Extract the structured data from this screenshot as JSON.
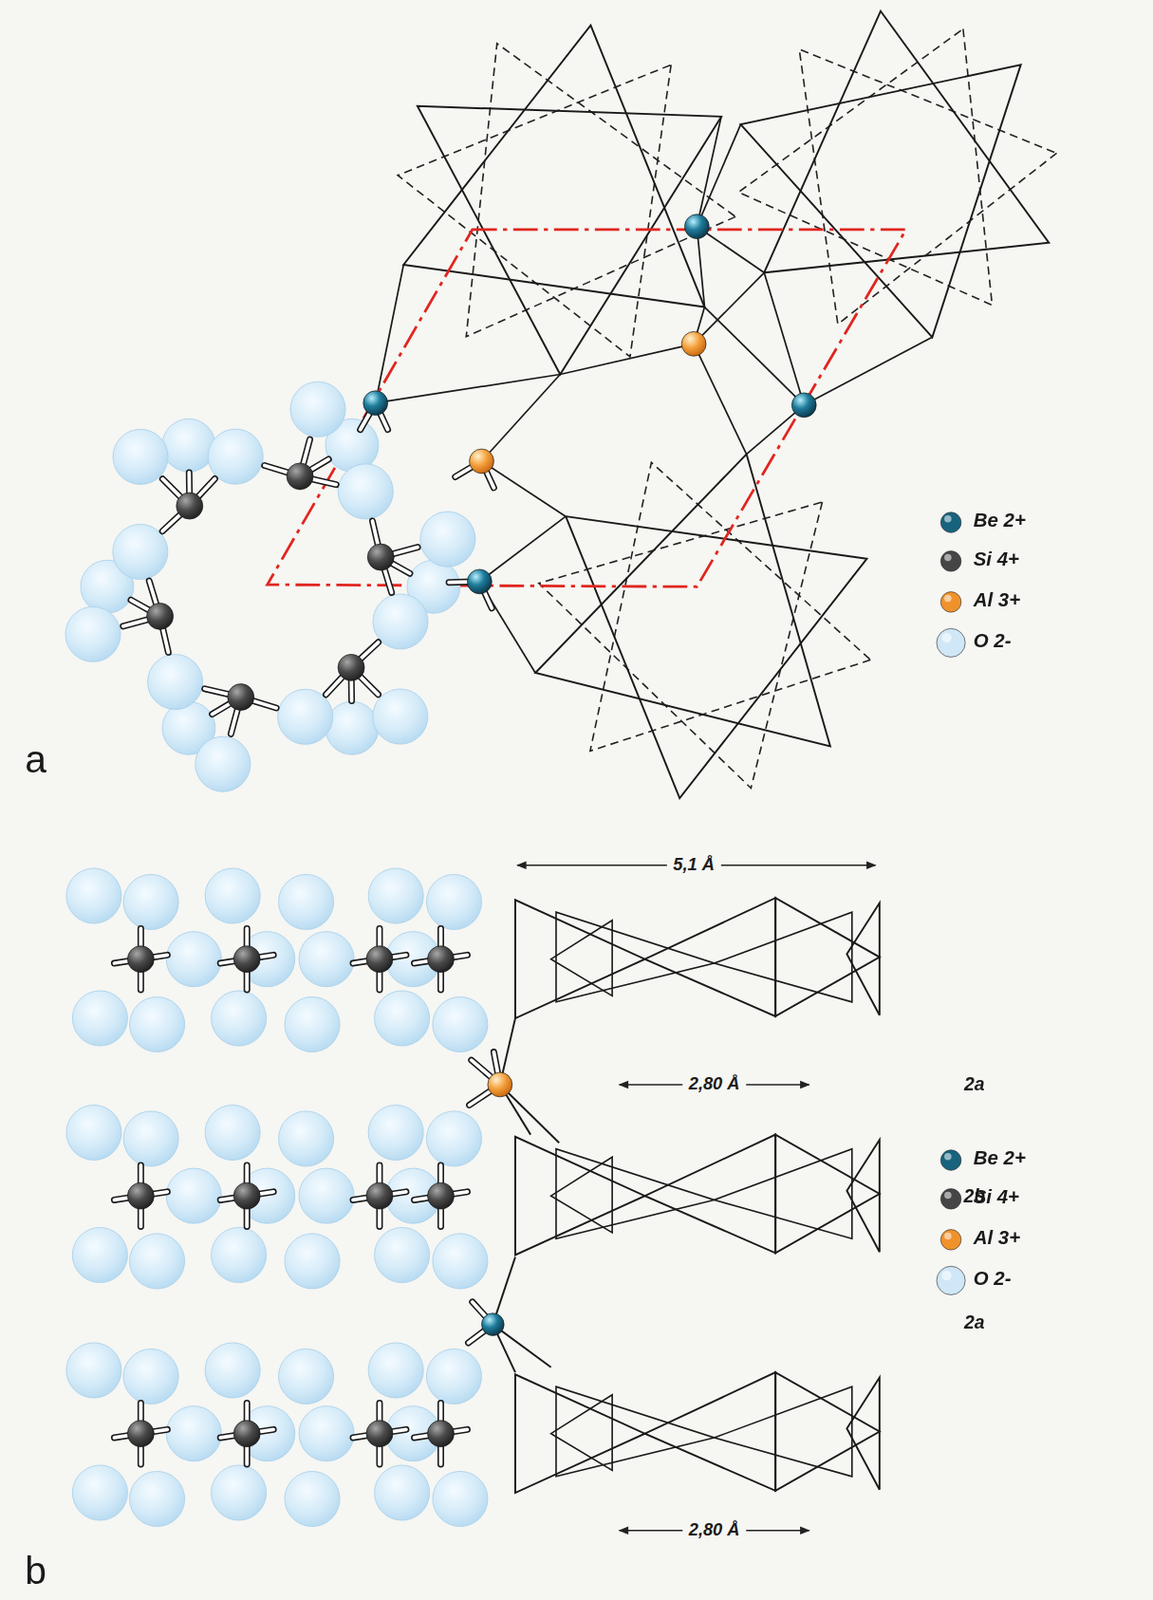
{
  "diagram": {
    "labels": [
      "a",
      "5,1 Å",
      "2,80 Å",
      "2a",
      "2b",
      "2a",
      "2,80 Å",
      "b"
    ],
    "legend": [
      {
        "text": "Be 2+",
        "color": "#17637e"
      },
      {
        "text": "Si 4+",
        "color": "#454545"
      },
      {
        "text": "Al 3+",
        "color": "#f0922c"
      },
      {
        "text": "O 2-",
        "color": "#cfe7f6"
      },
      {
        "text": "Be 2+",
        "color": "#17637e"
      },
      {
        "text": "Si 4+",
        "color": "#454545"
      },
      {
        "text": "Al 3+",
        "color": "#f0922c"
      },
      {
        "text": "O 2-",
        "color": "#cfe7f6"
      }
    ]
  }
}
